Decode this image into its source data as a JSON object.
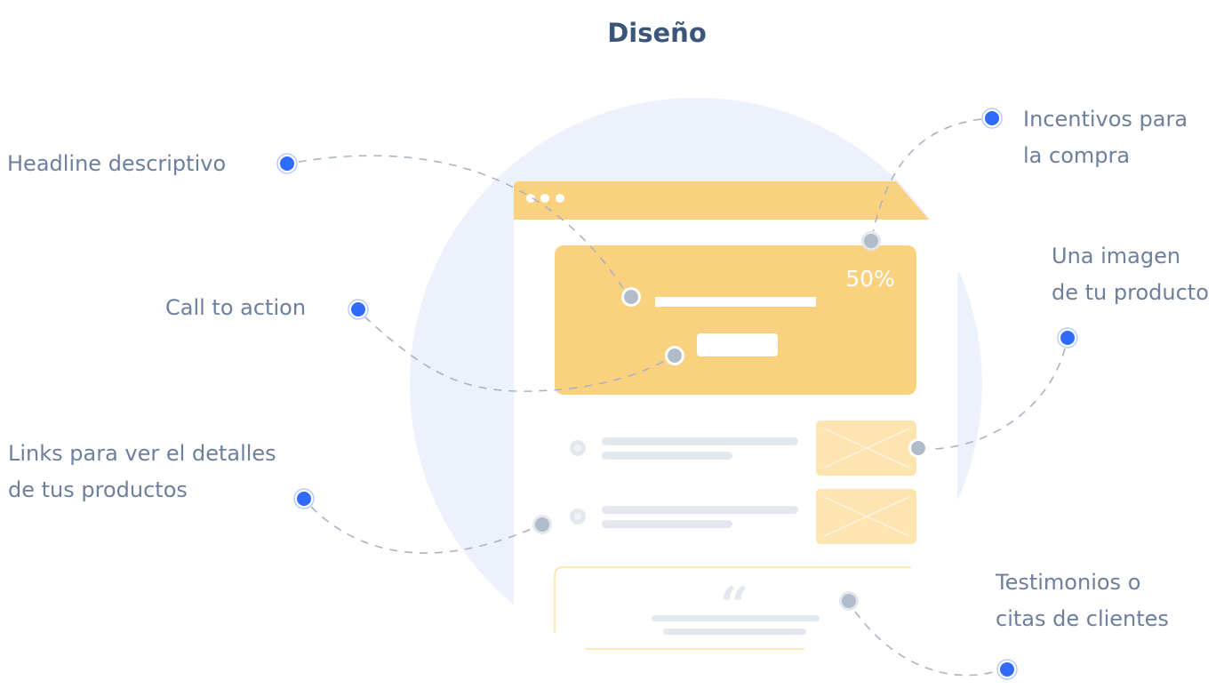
{
  "title": "Diseño",
  "mockup": {
    "discount": "50%",
    "quote_mark": "“"
  },
  "labels": {
    "headline": "Headline descriptivo",
    "cta": "Call to action",
    "links": [
      "Links para ver el detalles",
      "de tus productos"
    ],
    "incentivos": [
      "Incentivos para",
      "la compra"
    ],
    "imagen": [
      "Una imagen",
      "de tu producto"
    ],
    "testimonios": [
      "Testimonios o",
      "citas de clientes"
    ]
  },
  "colors": {
    "accent": "#2f6bff",
    "yellow": "#fad27f",
    "yellow_light": "#fde4b0",
    "circle_bg": "#edf1fc",
    "marker": "#b1bccb",
    "title": "#3c557a",
    "label": "#6e7f9c"
  }
}
